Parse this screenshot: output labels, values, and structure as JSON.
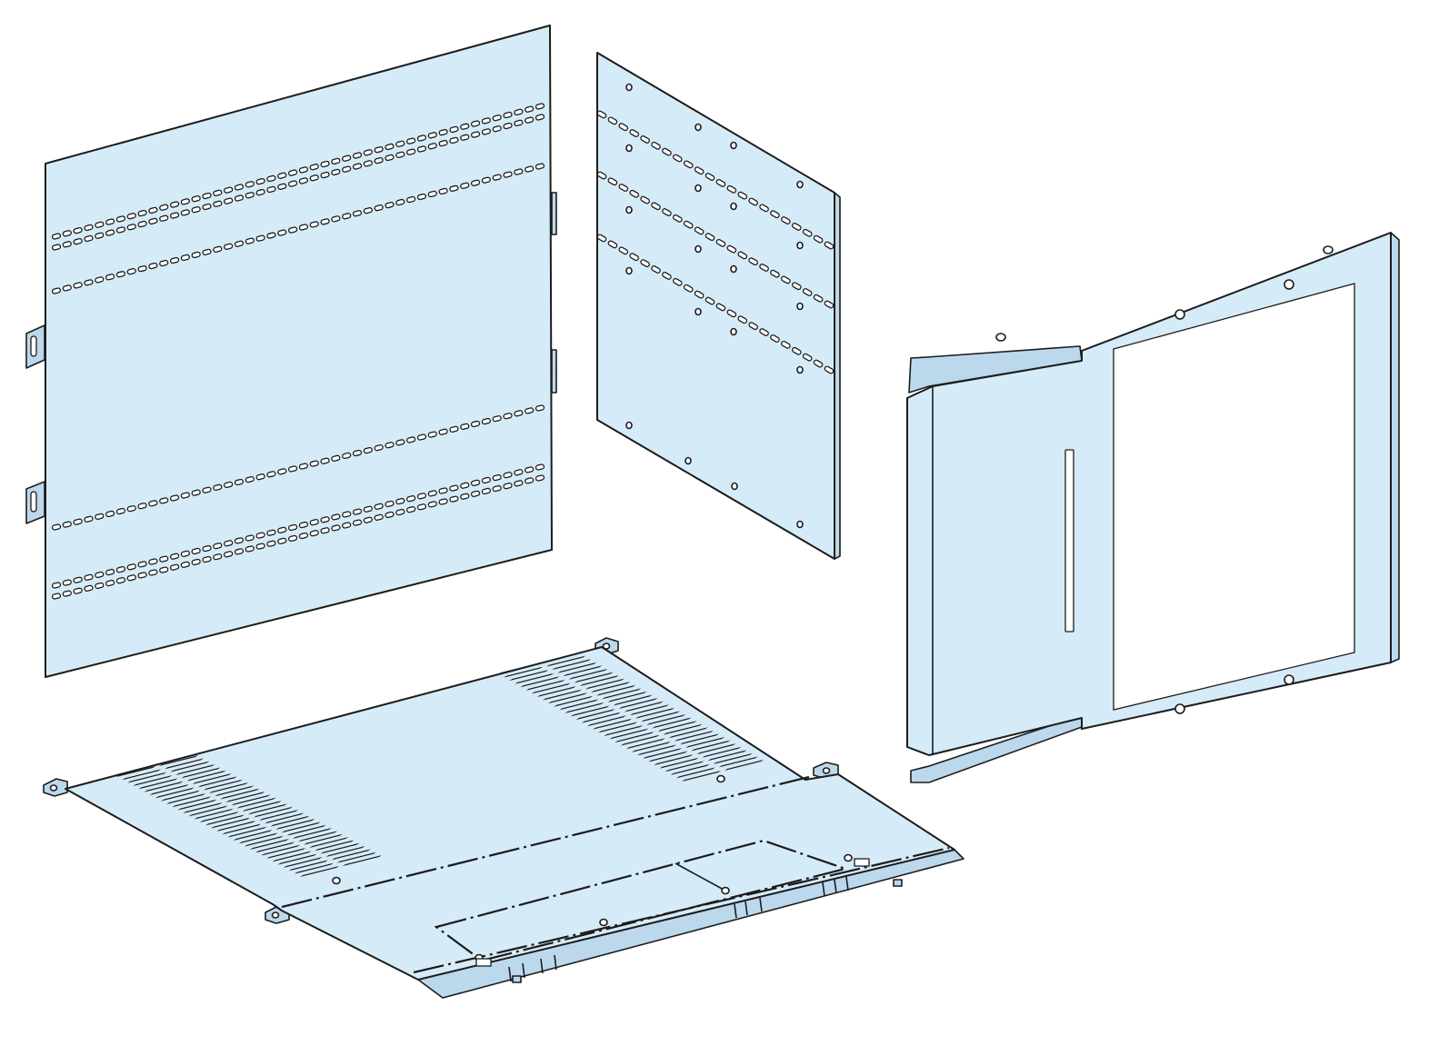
{
  "colors": {
    "fill": "#d6ebf8",
    "edge": "#bcd8ec",
    "ink": "#1c1c1c",
    "background": "#ffffff"
  },
  "parts": [
    {
      "id": "rear-panel",
      "icon": "perforated-plate"
    },
    {
      "id": "side-panel",
      "icon": "perforated-plate"
    },
    {
      "id": "front-frame",
      "icon": "window-frame"
    },
    {
      "id": "floor-plate",
      "icon": "ventilated-plate"
    }
  ]
}
